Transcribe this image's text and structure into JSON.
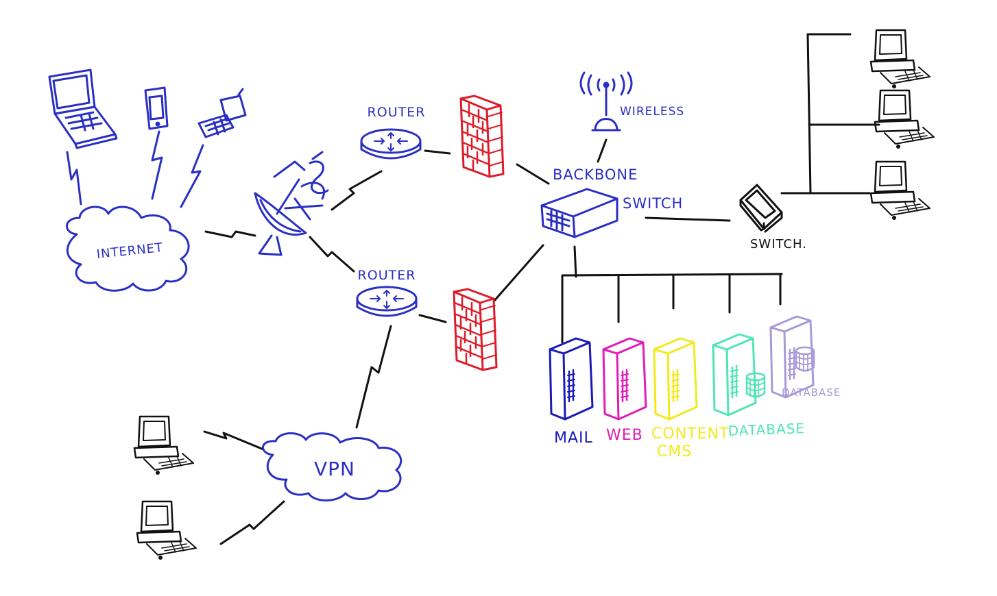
{
  "colors": {
    "blue": "#2a2fc4",
    "black": "#111111",
    "red": "#dd1c2a",
    "mail": "#1a1ab8",
    "web": "#e11cb8",
    "content": "#f2ea1c",
    "database": "#4ee6b2",
    "database2": "#a89ad8"
  },
  "nodes": {
    "internet": "INTERNET",
    "router_top": "ROUTER",
    "router_bottom": "ROUTER",
    "wireless": "WIRELESS",
    "backbone_line1": "BACKBONE",
    "backbone_line2": "SWITCH",
    "switch": "SWITCH.",
    "vpn": "VPN",
    "mail": "MAIL",
    "web": "WEB",
    "content_line1": "CONTENT",
    "content_line2": "CMS",
    "database_1": "DATABASE",
    "database_2": "DATABASE"
  },
  "icons": [
    "laptop-icon",
    "pda-icon",
    "flip-phone-icon",
    "satellite-dish-icon",
    "router-icon",
    "firewall-icon",
    "wireless-access-point-icon",
    "backbone-switch-icon",
    "switch-icon",
    "desktop-computer-icon",
    "server-icon",
    "database-icon",
    "cloud-icon"
  ]
}
